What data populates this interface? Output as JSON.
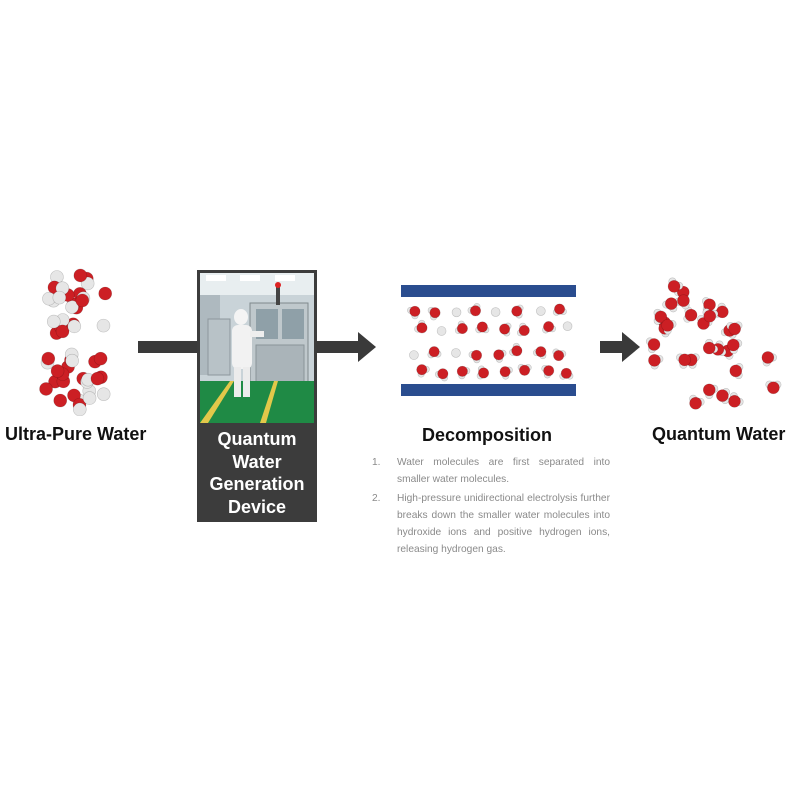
{
  "stages": {
    "ultra_pure": {
      "label": "Ultra-Pure Water"
    },
    "device": {
      "label": "Quantum Water Generation Device"
    },
    "decomposition": {
      "label": "Decomposition",
      "steps": [
        {
          "num": "1.",
          "text": "Water molecules are first separated into smaller water molecules."
        },
        {
          "num": "2.",
          "text": "High-pressure unidirectional electrolysis further breaks down the smaller water molecules into hydroxide ions and positive hydrogen ions, releasing hydrogen gas."
        }
      ]
    },
    "quantum": {
      "label": "Quantum Water"
    }
  },
  "colors": {
    "oxygen": "#cc1f24",
    "hydrogen": "#e6e6e6",
    "arrow": "#3a3a3a",
    "electrode": "#2a4d8f",
    "device_box": "#3c3c3c"
  }
}
